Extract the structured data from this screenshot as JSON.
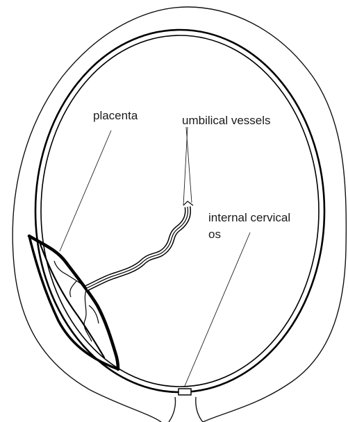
{
  "labels": {
    "placenta": "placenta",
    "umbilical_vessels": "umbilical vessels",
    "internal_cervical_os_line1": "internal cervical",
    "internal_cervical_os_line2": "os"
  },
  "colors": {
    "line": "#000000",
    "background": "#ffffff"
  }
}
